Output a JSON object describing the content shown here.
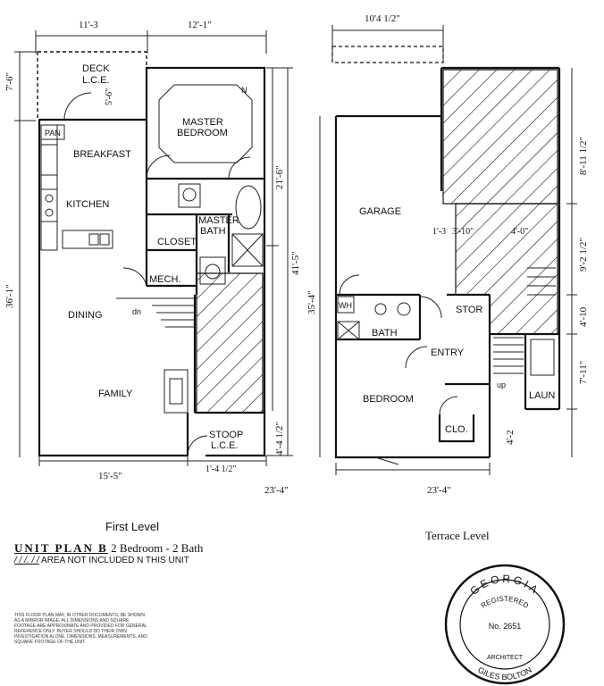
{
  "first_level": {
    "caption": "First Level",
    "dims": {
      "top_left": "11'-3",
      "top_right": "12'-1\"",
      "left_top": "7'-6\"",
      "left_main": "36'-1\"",
      "right_mid": "21'-6\"",
      "right_outer": "41'-5\"",
      "stoop_side": "4'-4 1/2\"",
      "bottom_left": "15'-5\"",
      "bottom_stoop": "1'-4 1/2\"",
      "bottom_total": "23'-4\""
    },
    "rooms": {
      "deck": "DECK",
      "deck_sub": "L.C.E.",
      "deck_dim": "5'-6\"",
      "pan": "PAN",
      "breakfast": "BREAKFAST",
      "kitchen": "KITCHEN",
      "master": "MASTER",
      "bedroom": "BEDROOM",
      "master_bath_1": "MASTER",
      "master_bath_2": "BATH",
      "closet": "CLOSET",
      "mech": "MECH.",
      "dn": "dn",
      "dining": "DINING",
      "family": "FAMILY",
      "stoop": "STOOP",
      "stoop_sub": "L.C.E.",
      "n": "N"
    }
  },
  "terrace_level": {
    "caption": "Terrace Level",
    "dims": {
      "top": "10'4 1/2\"",
      "left": "35'-4\"",
      "right_a": "8'-11 1/2\"",
      "right_b": "9'-2 1/2\"",
      "right_c": "4'-10",
      "right_d": "7'-11\"",
      "right_e": "4'-2",
      "inner_a": "1'-3",
      "inner_b": "3'-10\"",
      "inner_c": "4'-0\"",
      "bottom": "23'-4\""
    },
    "rooms": {
      "garage": "GARAGE",
      "wh": "WH",
      "bath": "BATH",
      "stor": "STOR",
      "entry": "ENTRY",
      "bedroom": "BEDROOM",
      "clo": "CLO.",
      "laun": "LAUN",
      "up": "up"
    }
  },
  "unit": {
    "title": "UNIT PLAN B",
    "subtitle": "2 Bedroom - 2 Bath",
    "area_symbol": "/ / /. / /",
    "area_note": "AREA NOT INCLUDED N THIS UNIT"
  },
  "fine_print": "THIS FLOOR PLAN MAY, IN OTHER DOCUMENTS, BE SHOWN AS A MIRROR IMAGE. ALL DIMENSIONS AND SQUARE FOOTAGE ARE APPROXIMATE AND PROVIDED FOR GENERAL REFERENCE ONLY. BUYER SHOULD DO THEIR OWN INVESTIGATION ALONE. DIMENSIONS, MEASUREMENTS, AND SQUARE FOOTAGE OF THE UNIT.",
  "stamp": {
    "state": "GEORGIA",
    "registered": "REGISTERED",
    "number": "No. 2651",
    "role": "ARCHITECT",
    "name": "GILES BOLTON"
  }
}
